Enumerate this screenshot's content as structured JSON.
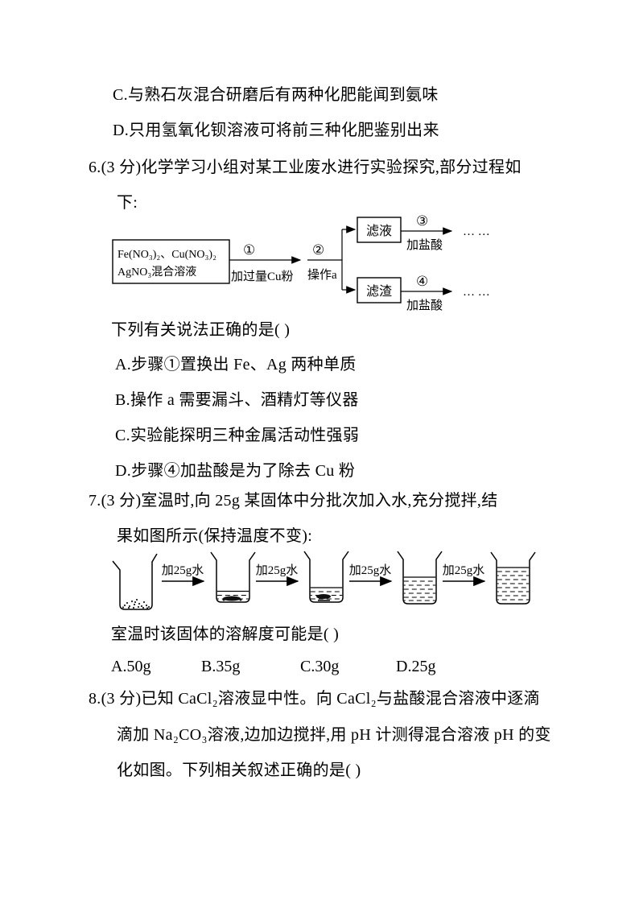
{
  "q5": {
    "option_c": "C.与熟石灰混合研磨后有两种化肥能闻到氨味",
    "option_d": "D.只用氢氧化钡溶液可将前三种化肥鉴别出来"
  },
  "q6": {
    "line1": "6.(3 分)化学学习小组对某工业废水进行实验探究,部分过程如",
    "line2": "下:",
    "diagram": {
      "source_line1": "Fe(NO₃)₂、Cu(NO₃)₂",
      "source_line2": "AgNO₃混合溶液",
      "step1": "①",
      "step1_label": "加过量Cu粉",
      "step2": "②",
      "step2_label": "操作a",
      "filtrate": "滤液",
      "step3": "③",
      "step3_label": "加盐酸",
      "residue": "滤渣",
      "step4": "④",
      "step4_label": "加盐酸",
      "ellipsis_top": "… …",
      "ellipsis_bottom": "… …"
    },
    "stem": "下列有关说法正确的是(  )",
    "options": [
      "A.步骤①置换出 Fe、Ag 两种单质",
      "B.操作 a 需要漏斗、酒精灯等仪器",
      "C.实验能探明三种金属活动性强弱",
      "D.步骤④加盐酸是为了除去 Cu 粉"
    ]
  },
  "q7": {
    "line1": "7.(3 分)室温时,向 25g 某固体中分批次加入水,充分搅拌,结",
    "line2": "果如图所示(保持温度不变):",
    "diagram": {
      "add_water": "加25g水"
    },
    "stem": "室温时该固体的溶解度可能是(  )",
    "options": [
      "A.50g",
      "B.35g",
      "C.30g",
      "D.25g"
    ]
  },
  "q8": {
    "line1": "8.(3 分)已知 CaCl₂溶液显中性。向 CaCl₂与盐酸混合溶液中逐滴",
    "line2": "滴加 Na₂CO₃溶液,边加边搅拌,用 pH 计测得混合溶液 pH 的变",
    "line3": "化如图。下列相关叙述正确的是(  )"
  }
}
